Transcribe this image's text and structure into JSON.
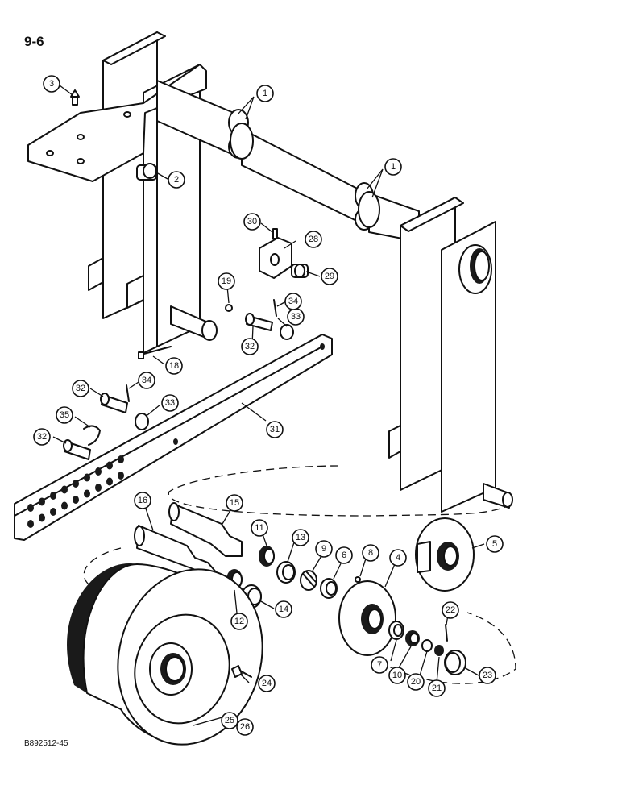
{
  "page_number": "9-6",
  "drawing_code": "B892512-45",
  "callouts": [
    "1",
    "1",
    "2",
    "3",
    "4",
    "5",
    "6",
    "7",
    "8",
    "9",
    "10",
    "11",
    "12",
    "13",
    "14",
    "15",
    "16",
    "18",
    "19",
    "20",
    "21",
    "22",
    "23",
    "24",
    "25",
    "26",
    "28",
    "29",
    "30",
    "31",
    "32",
    "32",
    "32",
    "33",
    "33",
    "34",
    "34",
    "35"
  ]
}
